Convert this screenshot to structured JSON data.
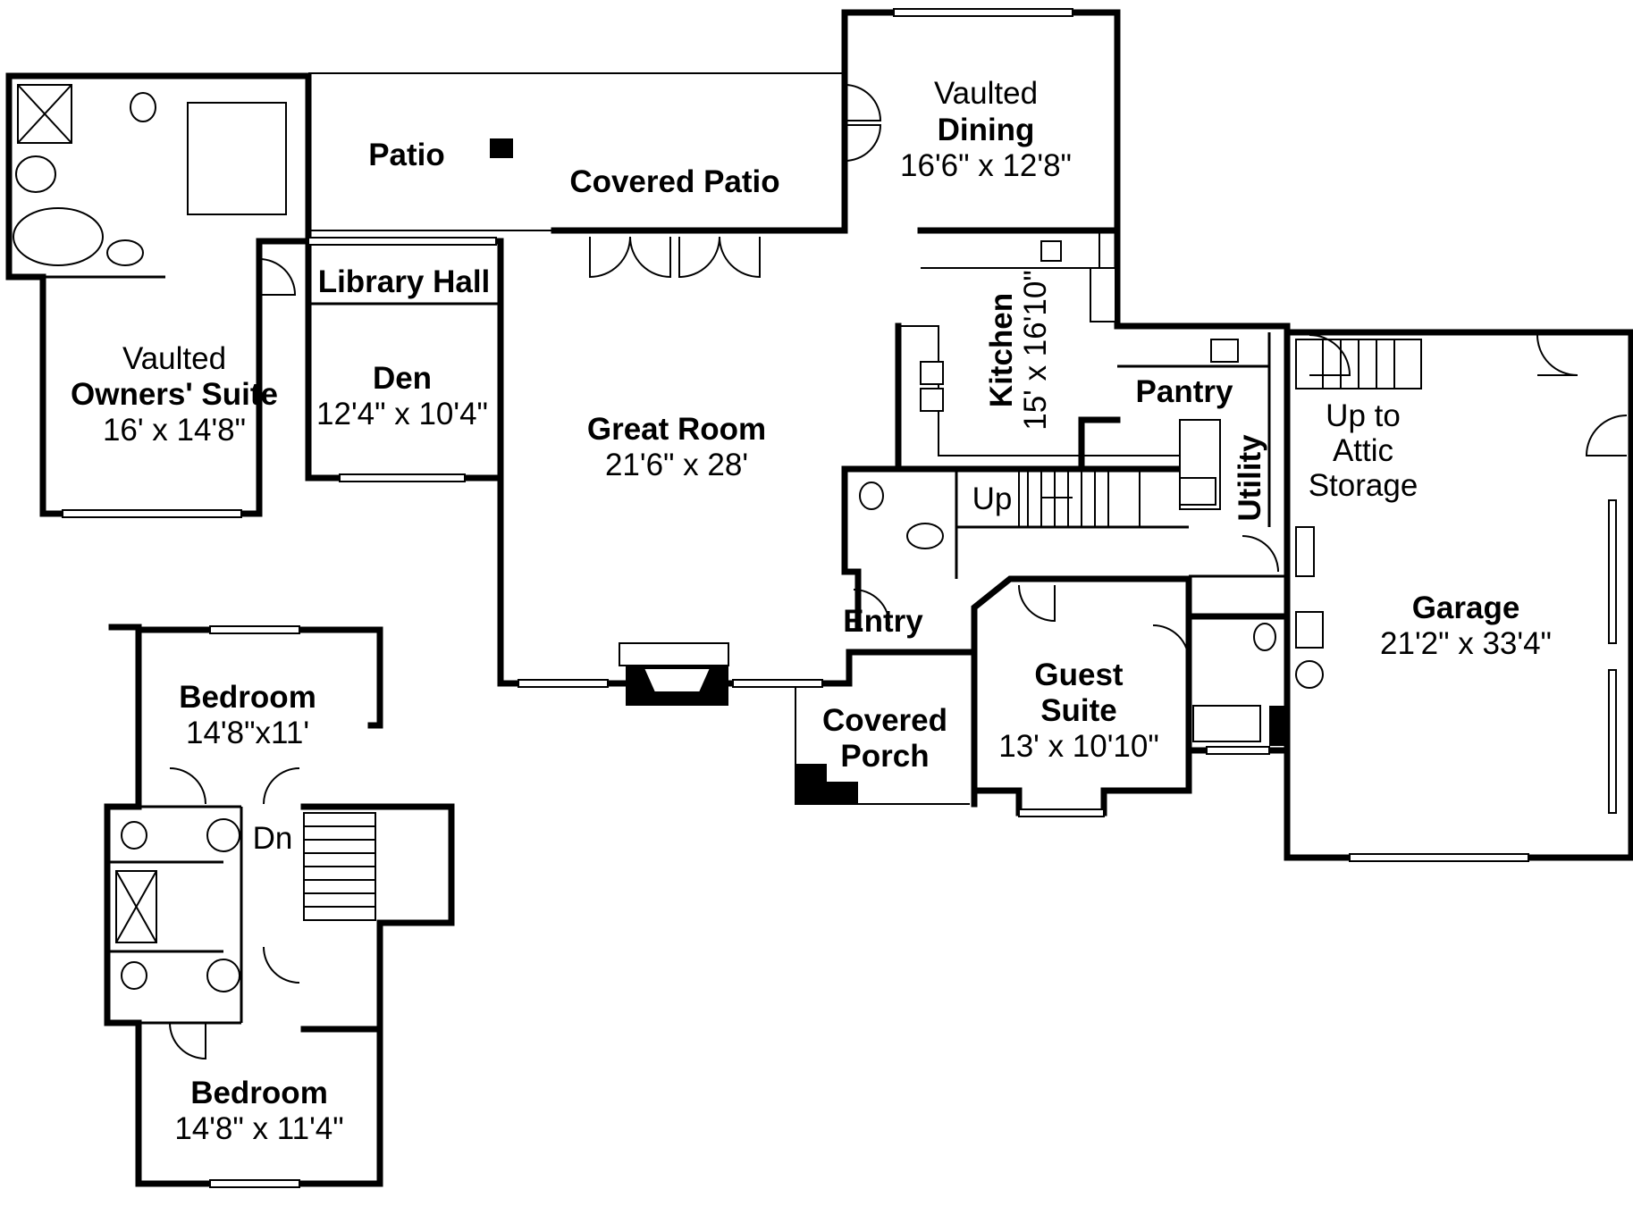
{
  "rooms": {
    "patio": {
      "name": "Patio"
    },
    "covered_patio": {
      "name": "Covered Patio"
    },
    "dining": {
      "line1": "Vaulted",
      "name": "Dining",
      "dims": "16'6\" x 12'8\""
    },
    "library_hall": {
      "name": "Library Hall"
    },
    "owners_suite": {
      "line1": "Vaulted",
      "name": "Owners' Suite",
      "dims": "16' x 14'8\""
    },
    "den": {
      "name": "Den",
      "dims": "12'4\" x 10'4\""
    },
    "great_room": {
      "name": "Great Room",
      "dims": "21'6\" x 28'"
    },
    "kitchen": {
      "name": "Kitchen",
      "dims": "15' x 16'10\""
    },
    "pantry": {
      "name": "Pantry"
    },
    "utility": {
      "name": "Utility"
    },
    "stairs_up": {
      "name": "Up"
    },
    "attic": {
      "line1": "Up to",
      "line2": "Attic",
      "line3": "Storage"
    },
    "garage": {
      "name": "Garage",
      "dims": "21'2\" x 33'4\""
    },
    "entry": {
      "name": "Entry"
    },
    "covered_porch": {
      "line1": "Covered",
      "line2": "Porch"
    },
    "guest_suite": {
      "line1": "Guest",
      "line2": "Suite",
      "dims": "13' x 10'10\""
    },
    "bedroom_upper": {
      "name": "Bedroom",
      "dims": "14'8\"x11'"
    },
    "stairs_down": {
      "name": "Dn"
    },
    "bedroom_lower": {
      "name": "Bedroom",
      "dims": "14'8\" x 11'4\""
    }
  }
}
